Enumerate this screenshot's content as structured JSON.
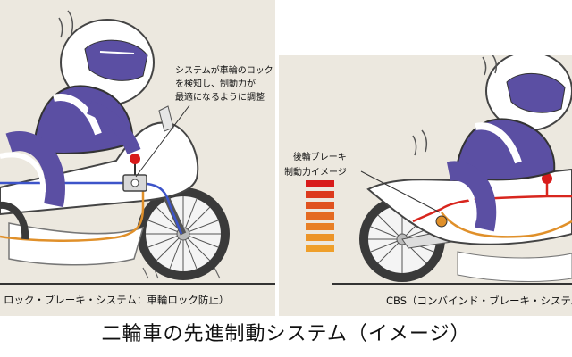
{
  "title": "二輪車の先進制動システム（イメージ）",
  "abs_panel": {
    "caption": "ロック・ブレーキ・システム：車輪ロック防止）",
    "annotation": "システムが車輪のロック\nを検知し、制動力が\n最適になるように調整"
  },
  "cbs_panel": {
    "caption": "CBS（コンバインド・ブレーキ・システム：",
    "legend_label": "後輪ブレーキ\n制動力イメージ",
    "intensity_bar_colors": [
      "#d81b1b",
      "#dc3a1d",
      "#e0521f",
      "#e46a22",
      "#e87f25",
      "#ec9428",
      "#ef9f2a"
    ]
  },
  "colors": {
    "panel_bg": "#ece8df",
    "rider_suit": "#5b4fa3",
    "rider_white": "#ffffff",
    "front_brake_line": "#3d54c9",
    "rear_brake_line": "#e0902a",
    "cbs_line": "#d8261e"
  }
}
